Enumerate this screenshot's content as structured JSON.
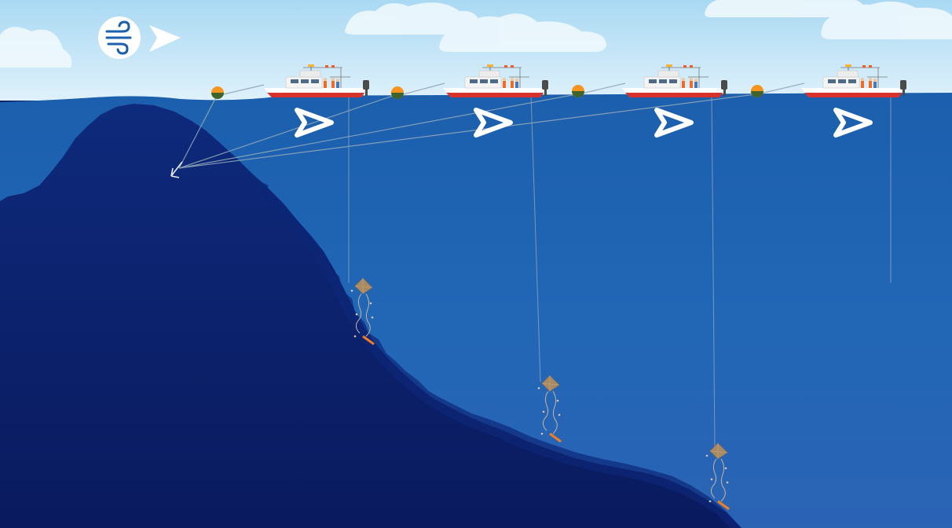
{
  "scene": {
    "title": "",
    "boat_count": 4,
    "buoy_count": 4,
    "drifting_rig_count": 3,
    "indicators": {
      "wind_icon": "wind-icon",
      "direction_icon": "arrow-right-icon",
      "drift_icon": "boat-direction-arrow-icon"
    }
  },
  "colors": {
    "sky_top": "#bfe3f7",
    "sky_bottom": "#e4f3fc",
    "sea_top": "#1f64b0",
    "sea_bottom": "#2c66b8",
    "seabed": "#0c1f6e",
    "buoy": "#f7941d",
    "hull": "#ffffff",
    "hull_stripe": "#d6312b",
    "line": "#8fa6b8",
    "arrow": "#ffffff"
  }
}
